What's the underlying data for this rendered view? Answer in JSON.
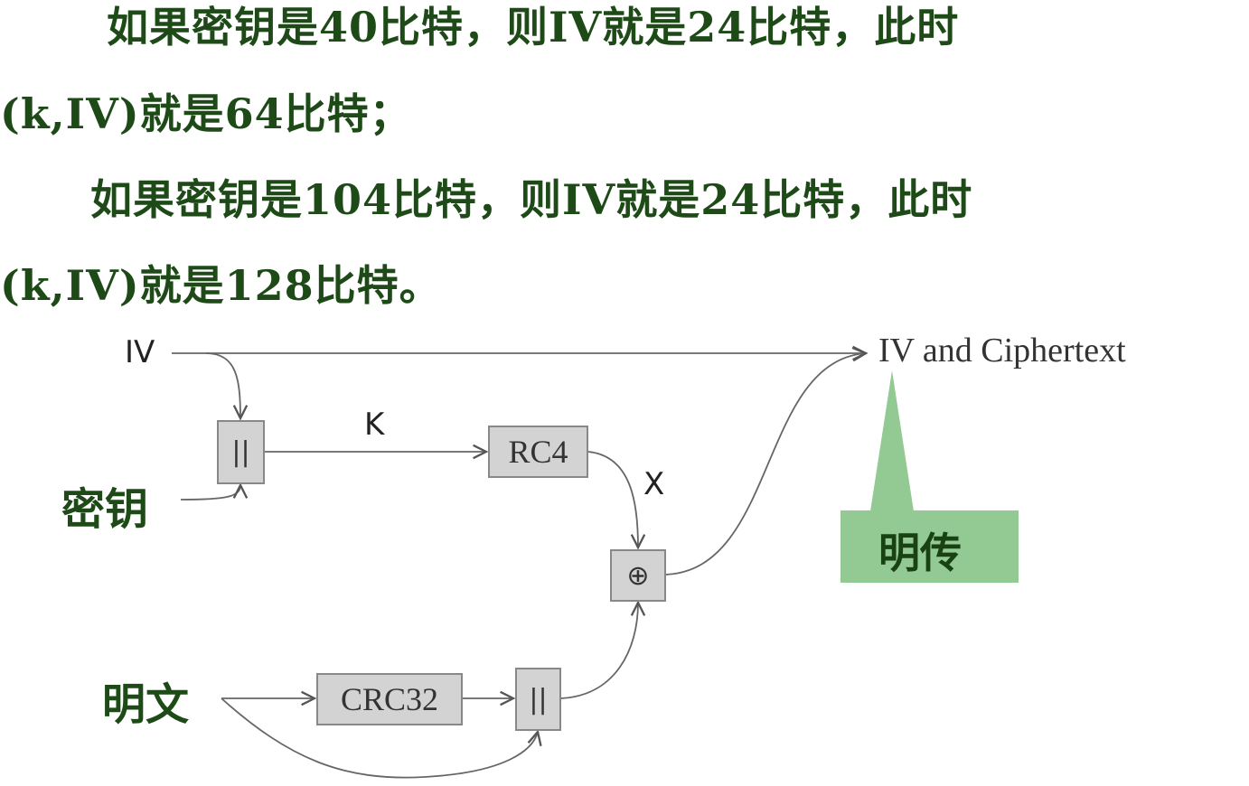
{
  "text": {
    "line1": "如果密钥是40比特，则IV就是24比特，此时",
    "line2": "(k,IV)就是64比特；",
    "line3": "如果密钥是104比特，则IV就是24比特，此时",
    "line4": "(k,IV)就是128比特。"
  },
  "diagram": {
    "iv_label": "IV",
    "key_label": "密钥",
    "plaintext_label": "明文",
    "k_label": "K",
    "x_label": "X",
    "concat_symbol": "||",
    "rc4_label": "RC4",
    "crc32_label": "CRC32",
    "xor_symbol": "⊕",
    "output_label": "IV and Ciphertext",
    "callout_label": "明传",
    "callout_color": "#93c993"
  }
}
